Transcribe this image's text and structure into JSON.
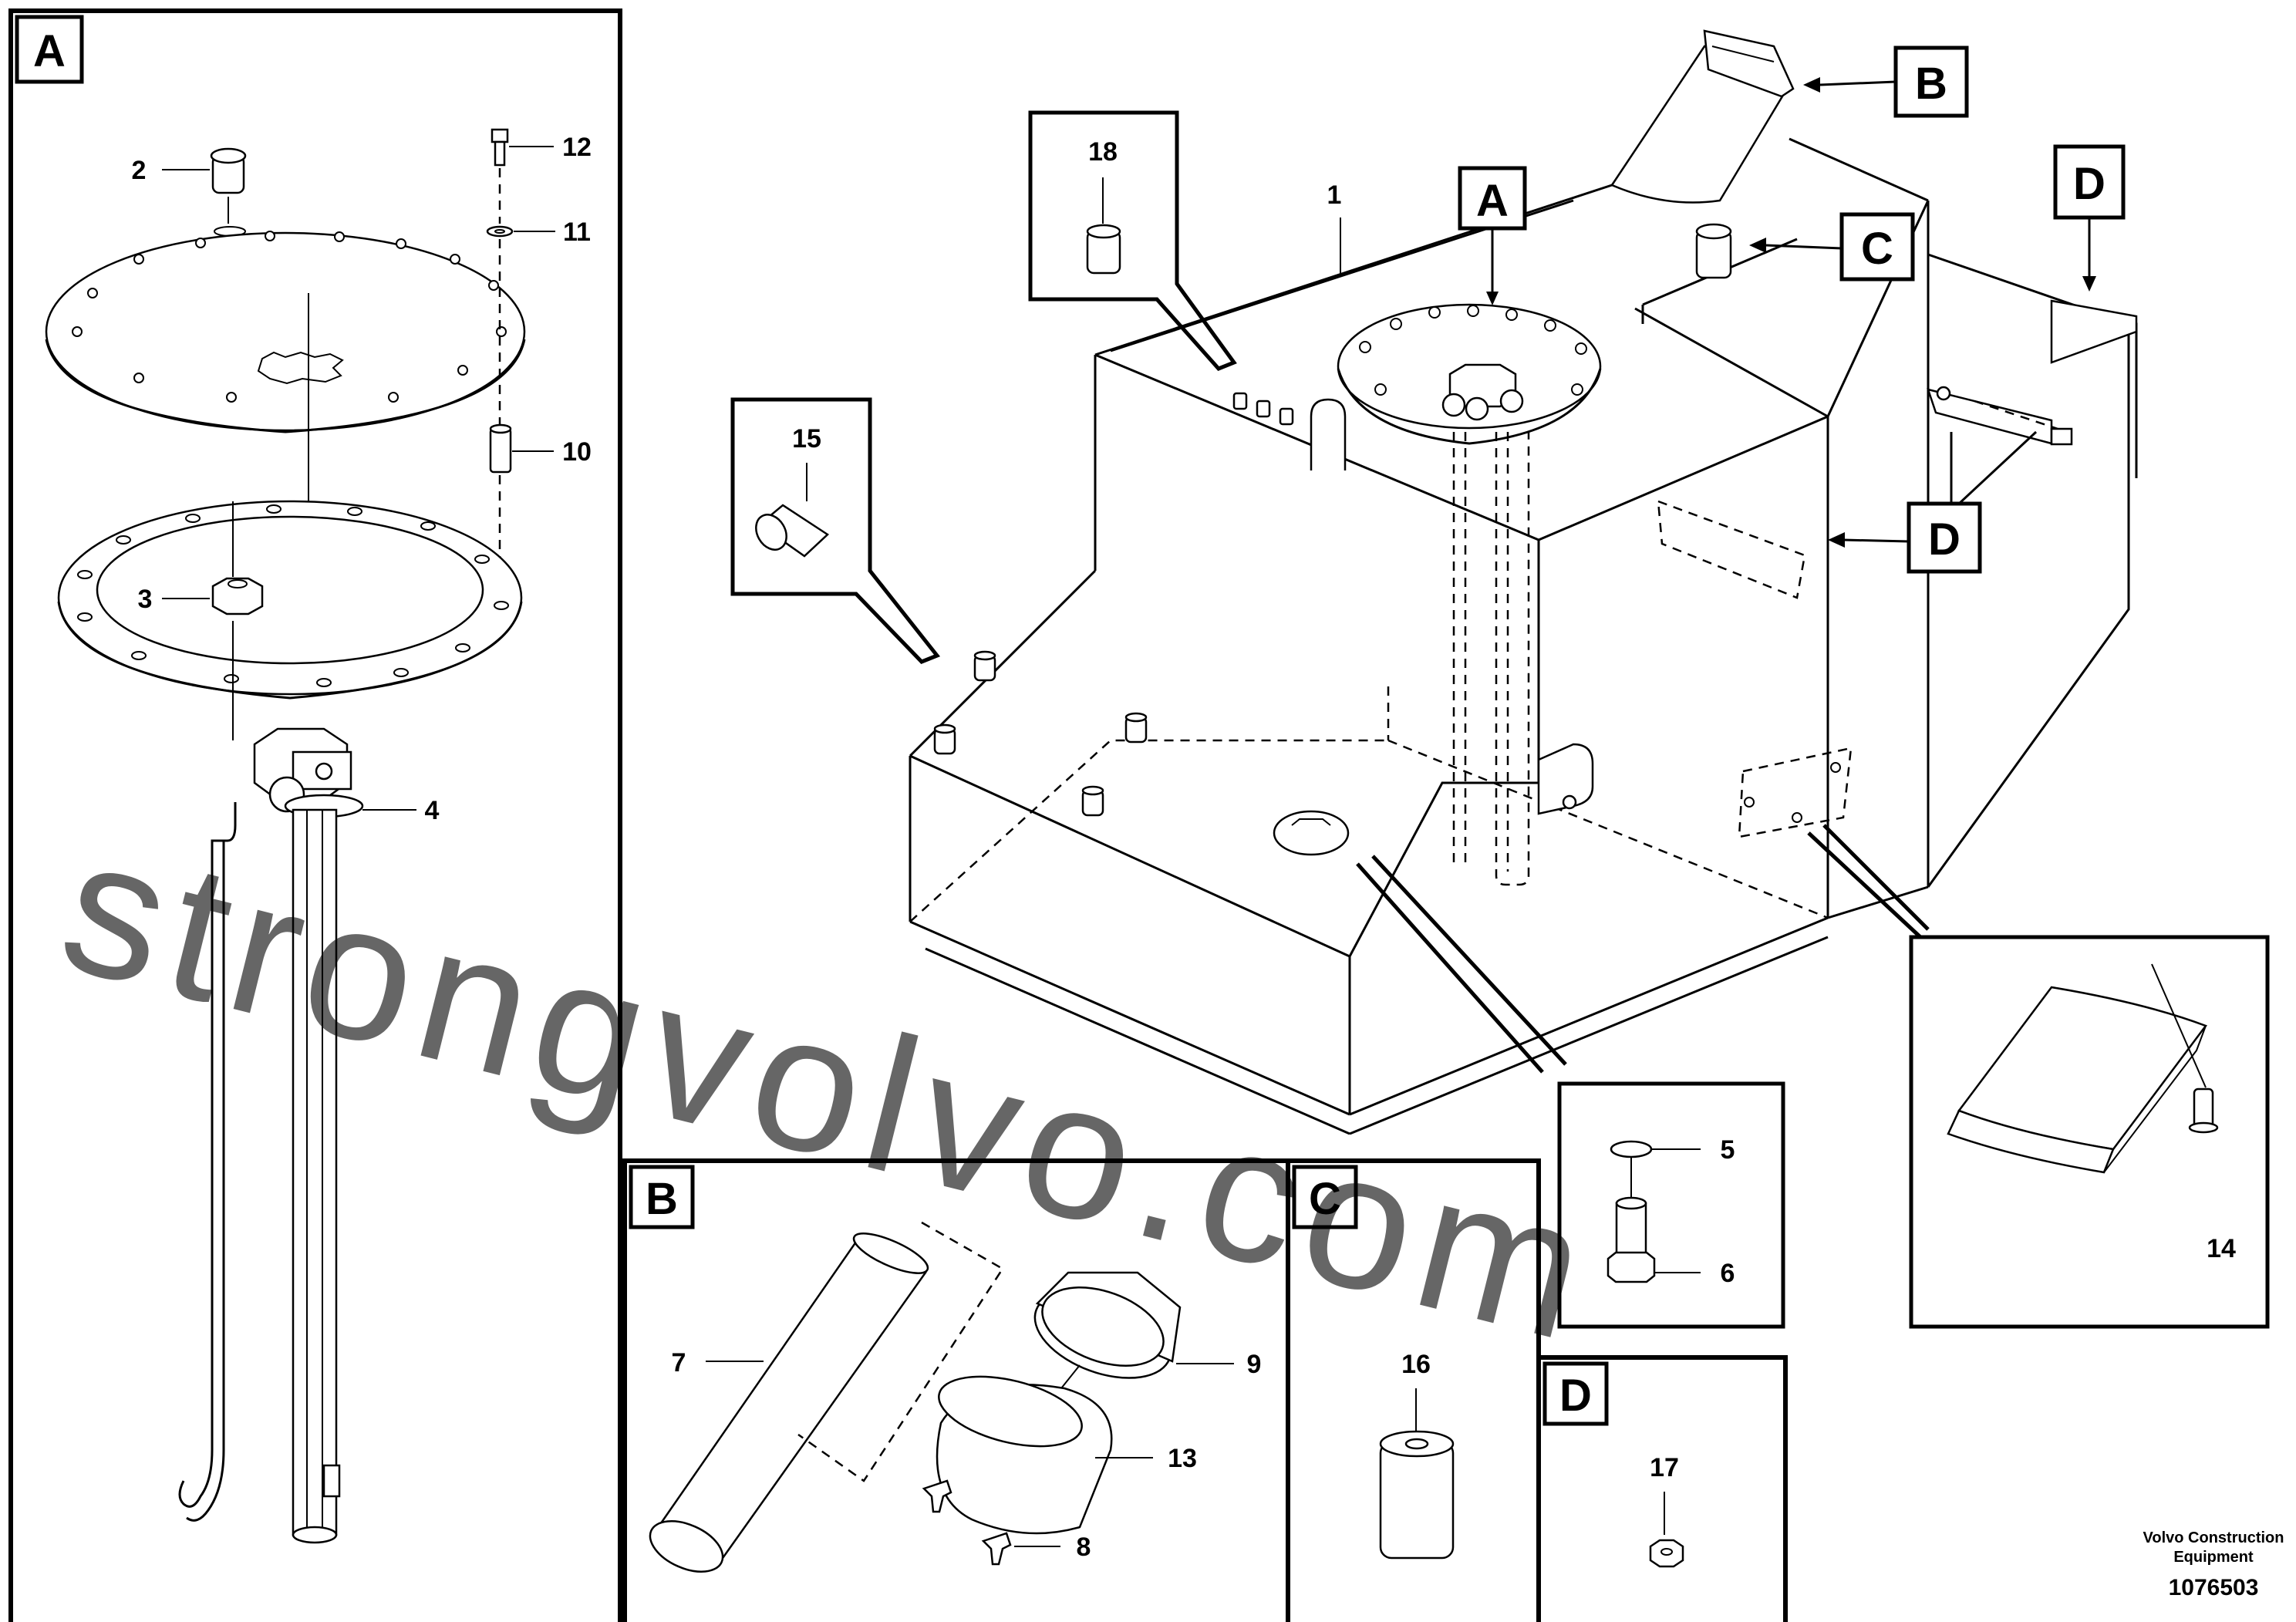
{
  "views": {
    "A": {
      "label": "A"
    },
    "B": {
      "label": "B"
    },
    "C": {
      "label": "C"
    },
    "D": {
      "label": "D"
    }
  },
  "main_view_tags": {
    "A": "A",
    "B": "B",
    "C": "C",
    "D_top": "D",
    "D_side": "D"
  },
  "callouts": {
    "p1": "1",
    "p2": "2",
    "p3": "3",
    "p4": "4",
    "p5": "5",
    "p6": "6",
    "p7": "7",
    "p8": "8",
    "p9": "9",
    "p10": "10",
    "p11": "11",
    "p12": "12",
    "p13": "13",
    "p14": "14",
    "p15": "15",
    "p16": "16",
    "p17": "17",
    "p18": "18"
  },
  "credit": {
    "line1": "Volvo Construction",
    "line2": "Equipment",
    "number": "1076503"
  },
  "watermark": "strongvolvo.com"
}
